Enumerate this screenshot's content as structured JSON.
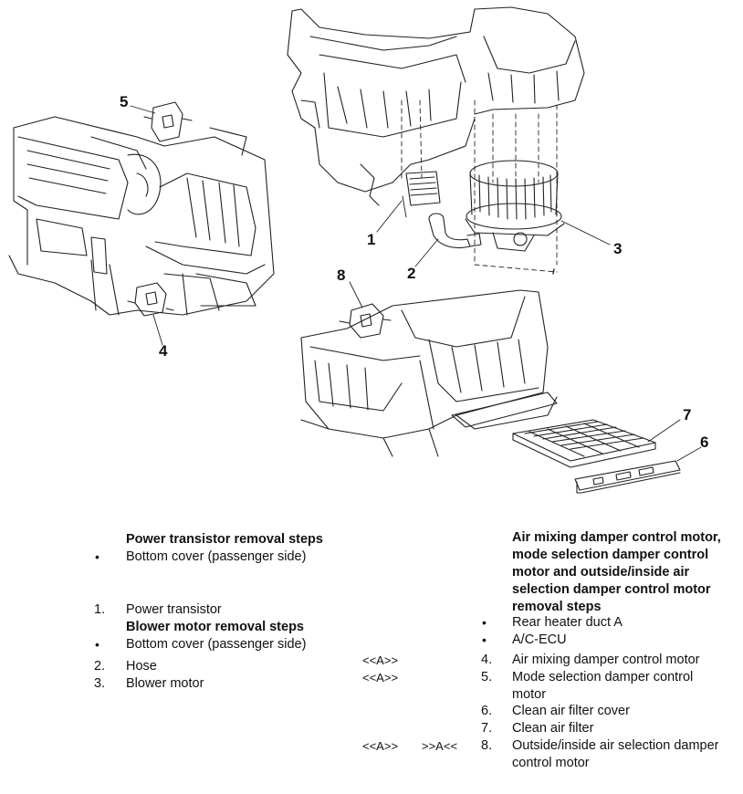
{
  "figure": {
    "figure_id": "AC708788AC",
    "callouts": [
      "1",
      "2",
      "3",
      "4",
      "5",
      "6",
      "7",
      "8"
    ]
  },
  "left_column": {
    "power_transistor": {
      "heading": "Power transistor removal steps",
      "items": [
        {
          "marker": "•",
          "label": "Bottom cover (passenger side)"
        },
        {
          "marker": "1.",
          "label": "Power transistor"
        }
      ]
    },
    "blower_motor": {
      "heading": "Blower motor removal steps",
      "items": [
        {
          "marker": "•",
          "label": "Bottom cover (passenger side)"
        },
        {
          "marker": "2.",
          "label": "Hose"
        },
        {
          "marker": "3.",
          "label": "Blower motor"
        }
      ]
    }
  },
  "right_column": {
    "heading": "Air mixing damper control motor, mode selection damper control motor and outside/inside air selection damper control motor removal steps",
    "items": [
      {
        "marker": "•",
        "label": "Rear heater duct A",
        "ref1": "",
        "ref2": ""
      },
      {
        "marker": "•",
        "label": "A/C-ECU",
        "ref1": "",
        "ref2": ""
      },
      {
        "marker": "4.",
        "label": "Air mixing damper control motor",
        "ref1": "<<A>>",
        "ref2": ""
      },
      {
        "marker": "5.",
        "label": "Mode selection damper control motor",
        "ref1": "<<A>>",
        "ref2": ""
      },
      {
        "marker": "6.",
        "label": "Clean air filter cover",
        "ref1": "",
        "ref2": ""
      },
      {
        "marker": "7.",
        "label": "Clean air filter",
        "ref1": "",
        "ref2": ""
      },
      {
        "marker": "8.",
        "label": "Outside/inside air selection damper control motor",
        "ref1": "<<A>>",
        "ref2": ">>A<<"
      }
    ]
  }
}
